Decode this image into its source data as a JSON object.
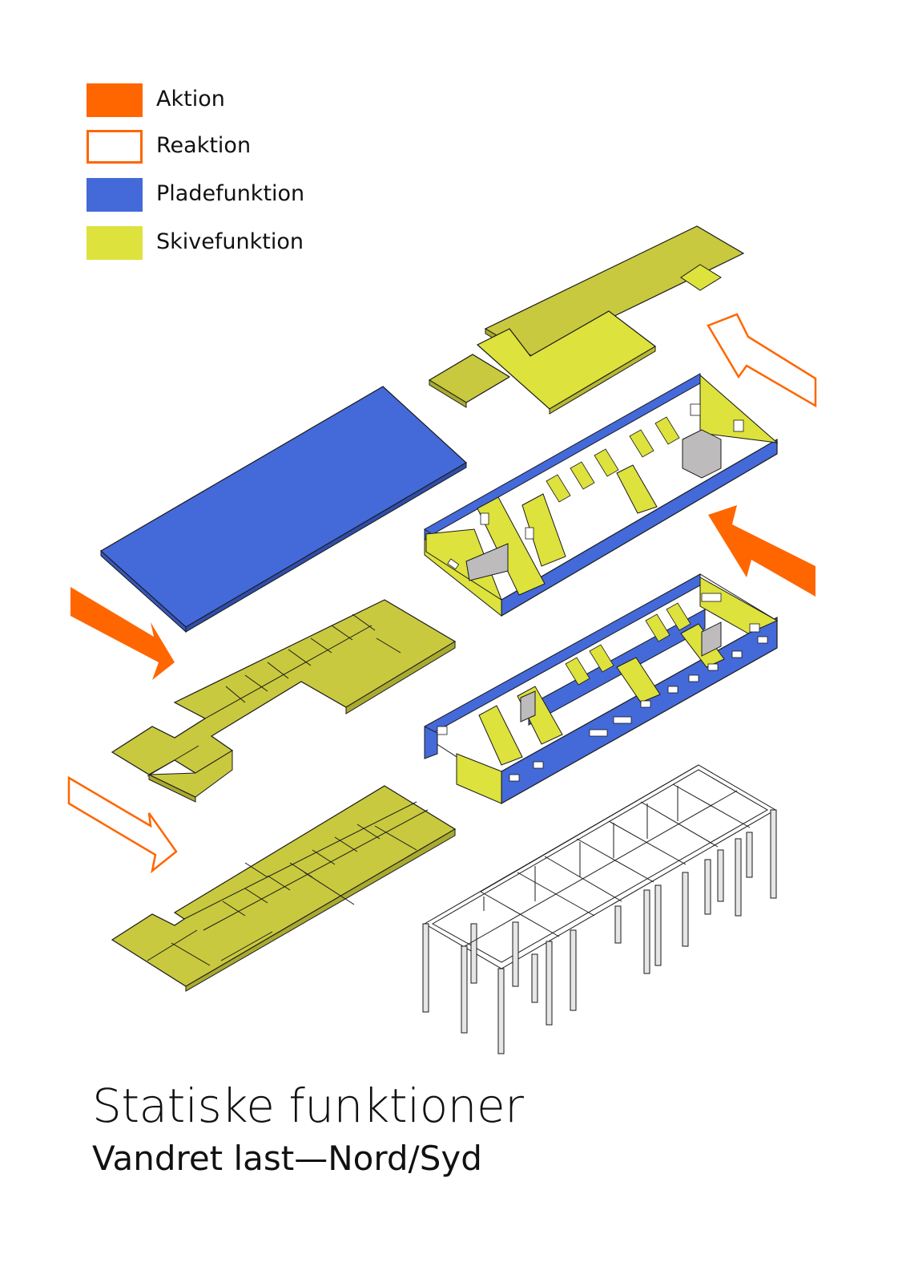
{
  "legend": {
    "items": [
      {
        "label": "Aktion",
        "style": "filled",
        "color": "#ff6600"
      },
      {
        "label": "Reaktion",
        "style": "outline",
        "color": "#ff6600"
      },
      {
        "label": "Pladefunktion",
        "style": "filled",
        "color": "#4469d9"
      },
      {
        "label": "Skivefunktion",
        "style": "filled",
        "color": "#dde23d"
      }
    ]
  },
  "title": "Statiske funktioner",
  "subtitle": "Vandret last—Nord/Syd",
  "colors": {
    "aktion": "#ff6600",
    "plade": "#4469d9",
    "skive_top": "#c8c93e",
    "skive_light": "#dde23d",
    "wall_grey": "#bdbbbb",
    "frame_grey": "#e6e6e6",
    "outline": "#1a1a1a"
  },
  "icons": {
    "load_arrows": [
      "aktion-arrow-icon",
      "reaktion-arrow-icon"
    ]
  }
}
